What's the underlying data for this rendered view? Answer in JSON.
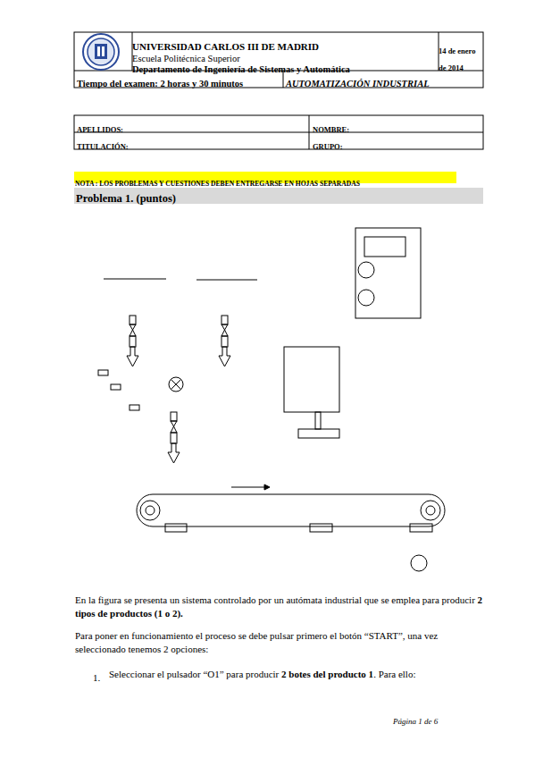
{
  "diagram": {
    "labels": [
      "UNIVERSIDAD CARLOS III DE MADRID",
      "Escuela Politécnica Superior",
      "Departamento de Ingeniería de Sistemas y Automática",
      "14 de enero de 2014",
      "Tiempo del examen: 2 horas y 30 minutos",
      "AUTOMATIZACIÓN INDUSTRIAL",
      "APELLIDOS:",
      "NOMBRE:",
      "TITULACIÓN:",
      "GRUPO:",
      "NOTA : LOS PROBLEMAS Y CUESTIONES DEBEN ENTREGARSE EN HOJAS SEPARADAS",
      "Problema 1. (puntos)",
      "En la figura se presenta un sistema controlado por un autómata industrial que se emplea para producir",
      "2 tipos de productos (1 o 2).",
      "Para poner en funcionamiento el proceso se debe pulsar primero el botón “START”, una vez seleccionado tenemos 2 opciones:",
      "1.",
      "Seleccionar el pulsador “O1” para producir",
      "2 botes del producto 1",
      ". Para ello:",
      "Página 1 de 6"
    ]
  }
}
